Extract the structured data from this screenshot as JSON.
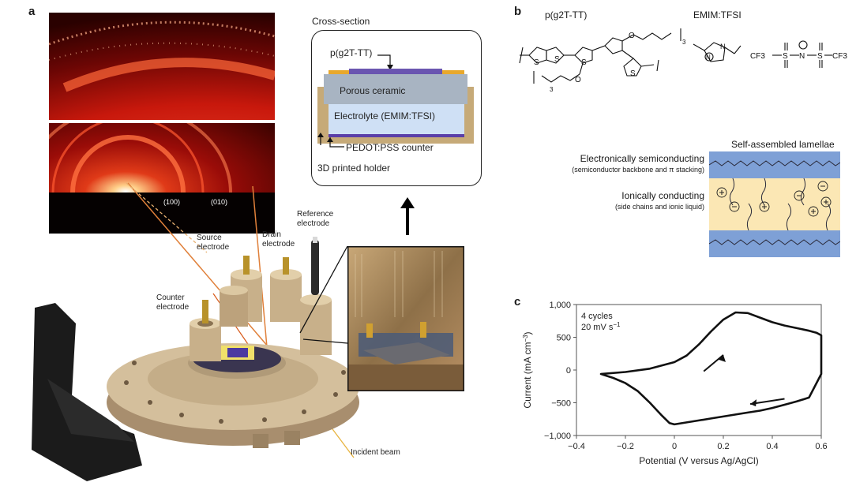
{
  "panels": {
    "a": "a",
    "b": "b",
    "c": "c"
  },
  "xrd": {
    "peak1": "(100)",
    "peak2": "(010)"
  },
  "cross_section": {
    "title": "Cross-section",
    "polymer_label": "p(g2T-TT)",
    "layer_ceramic": "Porous ceramic",
    "layer_electrolyte": "Electrolyte (EMIM:TFSI)",
    "pedot_label": "PEDOT:PSS counter",
    "holder_label": "3D printed holder"
  },
  "setup_labels": {
    "reference": "Reference electrode",
    "source": "Source electrode",
    "drain": "Drain electrode",
    "counter": "Counter electrode",
    "incident": "Incident beam"
  },
  "chem": {
    "polymer_name": "p(g2T-TT)",
    "salt_name": "EMIM:TFSI",
    "sub3a": "3",
    "sub3b": "3",
    "cf3_left": "CF3",
    "cf3_right": "CF3",
    "so2_left": "S",
    "so2_right": "S",
    "nitrogen": "N",
    "oxygen_top": "O",
    "oxygen_side": "O",
    "ring_s1": "S",
    "ring_s2": "S",
    "ring_s3": "S",
    "ring_s4": "S",
    "imid_n_plus": "N",
    "imid_n": "N"
  },
  "lamellae": {
    "title": "Self-assembled lamellae",
    "semi_title": "Electronically semiconducting",
    "semi_sub": "(semiconductor backbone and π stacking)",
    "ion_title": "Ionically conducting",
    "ion_sub": "(side chains and ionic liquid)"
  },
  "chart_data": {
    "type": "line",
    "annotation_line1": "4 cycles",
    "annotation_line2": "20 mV s",
    "annotation_sup": "−1",
    "xlabel": "Potential (V versus Ag/AgCl)",
    "ylabel": "Current (mA cm",
    "ylabel_sup": "−3",
    "ylabel_end": ")",
    "xlim": [
      -0.4,
      0.6
    ],
    "ylim": [
      -1000,
      1000
    ],
    "xticks": [
      -0.4,
      -0.2,
      0,
      0.2,
      0.4,
      0.6
    ],
    "xtick_labels": [
      "−0.4",
      "−0.2",
      "0",
      "0.2",
      "0.4",
      "0.6"
    ],
    "yticks": [
      -1000,
      -500,
      0,
      500,
      1000
    ],
    "ytick_labels": [
      "−1,000",
      "−500",
      "0",
      "500",
      "1,000"
    ],
    "series": [
      {
        "x": [
          -0.3,
          -0.2,
          -0.1,
          0.0,
          0.05,
          0.1,
          0.15,
          0.2,
          0.25,
          0.3,
          0.35,
          0.4,
          0.45,
          0.5,
          0.55,
          0.58,
          0.6,
          0.6,
          0.55,
          0.5,
          0.45,
          0.4,
          0.35,
          0.3,
          0.25,
          0.2,
          0.15,
          0.1,
          0.05,
          0.0,
          -0.02,
          -0.05,
          -0.1,
          -0.15,
          -0.2,
          -0.25,
          -0.3
        ],
        "y": [
          -60,
          -30,
          20,
          120,
          220,
          390,
          590,
          770,
          880,
          870,
          800,
          730,
          680,
          640,
          600,
          570,
          530,
          -60,
          -420,
          -480,
          -530,
          -580,
          -620,
          -650,
          -680,
          -710,
          -740,
          -770,
          -800,
          -830,
          -810,
          -700,
          -500,
          -320,
          -200,
          -120,
          -60
        ]
      }
    ]
  }
}
